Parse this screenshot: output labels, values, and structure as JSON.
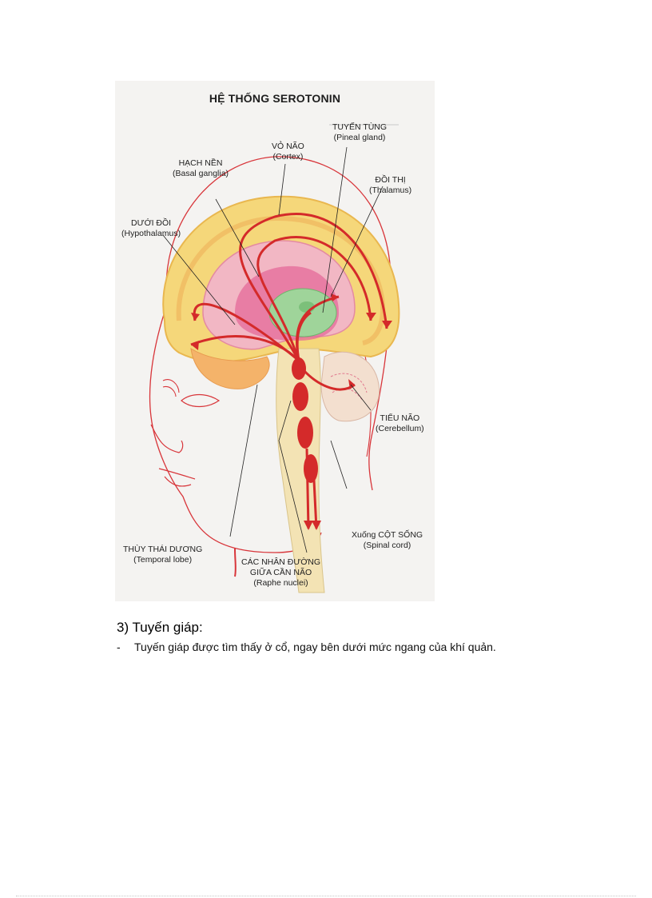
{
  "figure": {
    "title": "HỆ THỐNG SEROTONIN",
    "labels": {
      "pineal": {
        "vi": "TUYẾN TÙNG",
        "en": "(Pineal gland)"
      },
      "cortex": {
        "vi": "VỎ NÃO",
        "en": "(Cortex)"
      },
      "basal_ganglia": {
        "vi": "HẠCH NỀN",
        "en": "(Basal ganglia)"
      },
      "thalamus": {
        "vi": "ĐỒI THỊ",
        "en": "(Thalamus)"
      },
      "hypothalamus": {
        "vi": "DƯỚI ĐỒI",
        "en": "(Hypothalamus)"
      },
      "cerebellum": {
        "vi": "TIỂU NÃO",
        "en": "(Cerebellum)"
      },
      "spinal_cord": {
        "vi": "Xuống CỘT SỐNG",
        "en": "(Spinal cord)"
      },
      "temporal_lobe": {
        "vi": "THÙY THÁI DƯƠNG",
        "en": "(Temporal lobe)"
      },
      "raphe": {
        "vi1": "CÁC NHÂN ĐƯỜNG",
        "vi2": "GIỮA CẦN NÃO",
        "en": "(Raphe nuclei)"
      }
    },
    "colors": {
      "pathway": "#d42a2a",
      "cortex": "#f5d77a",
      "limbic": "#e46a9a",
      "thalamus": "#9fd49a",
      "brainstem": "#f3e3b4"
    }
  },
  "section": {
    "heading": "3) Tuyến giáp:",
    "bullets": [
      {
        "marker": "-",
        "text": "Tuyến  giáp được tìm  thấy ở cổ, ngay bên  dưới mức ngang  của khí  quản."
      }
    ]
  }
}
